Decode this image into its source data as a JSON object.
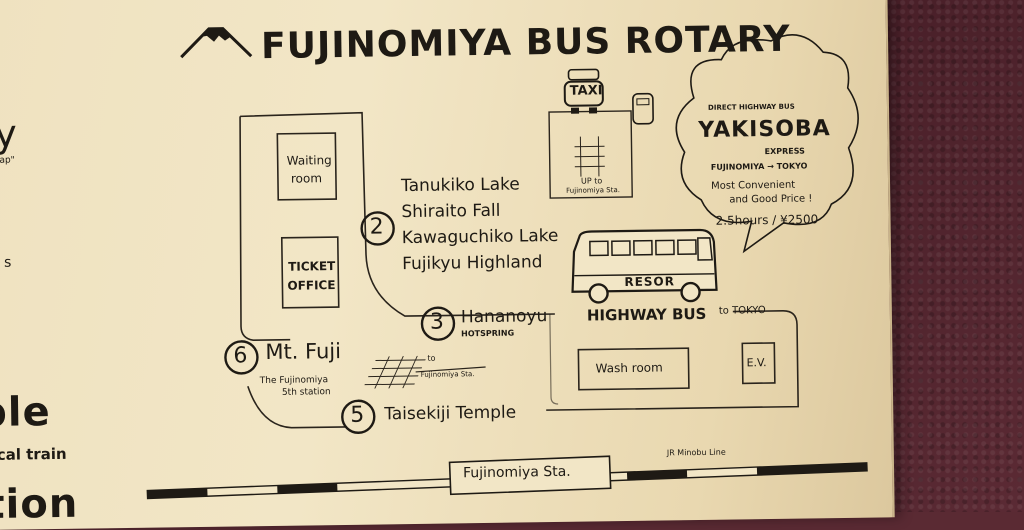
{
  "title": "FUJINOMIYA BUS ROTARY",
  "rooms": {
    "waiting": [
      "Waiting",
      "room"
    ],
    "ticket": [
      "TICKET",
      "OFFICE"
    ],
    "wash": "Wash room",
    "ev": "E.V."
  },
  "taxi": {
    "label": "TAXI",
    "up_to": [
      "UP to",
      "Fujinomiya Sta."
    ]
  },
  "stop2": {
    "number": "2",
    "destinations": [
      "Tanukiko Lake",
      "Shiraito Fall",
      "Kawaguchiko Lake",
      "Fujikyu Highland"
    ]
  },
  "stop3": {
    "number": "3",
    "name": "Hananoyu",
    "sub": "HOTSPRING"
  },
  "stop5": {
    "number": "5",
    "name": "Taisekiji Temple"
  },
  "stop6": {
    "number": "6",
    "name": "Mt. Fuji",
    "sub": [
      "The Fujinomiya",
      "5th station"
    ]
  },
  "crosswalk_label": [
    "to",
    "Fujinomiya Sta."
  ],
  "highway": {
    "label": "HIGHWAY BUS",
    "to": "to TOKYO",
    "bus_text": "RESOR"
  },
  "bubble": {
    "top": "DIRECT HIGHWAY BUS",
    "name": "YAKISOBA",
    "express": "EXPRESS",
    "route": "FUJINOMIYA → TOKYO",
    "tag": [
      "Most Convenient",
      "and Good Price !"
    ],
    "price": "2.5hours / ¥2500"
  },
  "station": {
    "name": "Fujinomiya Sta.",
    "line": "JR Minobu Line"
  },
  "left_cut": {
    "y": "y",
    "map": "map\"",
    "s": "s",
    "ple": "ple",
    "train": "cal train",
    "tion": "tion"
  }
}
